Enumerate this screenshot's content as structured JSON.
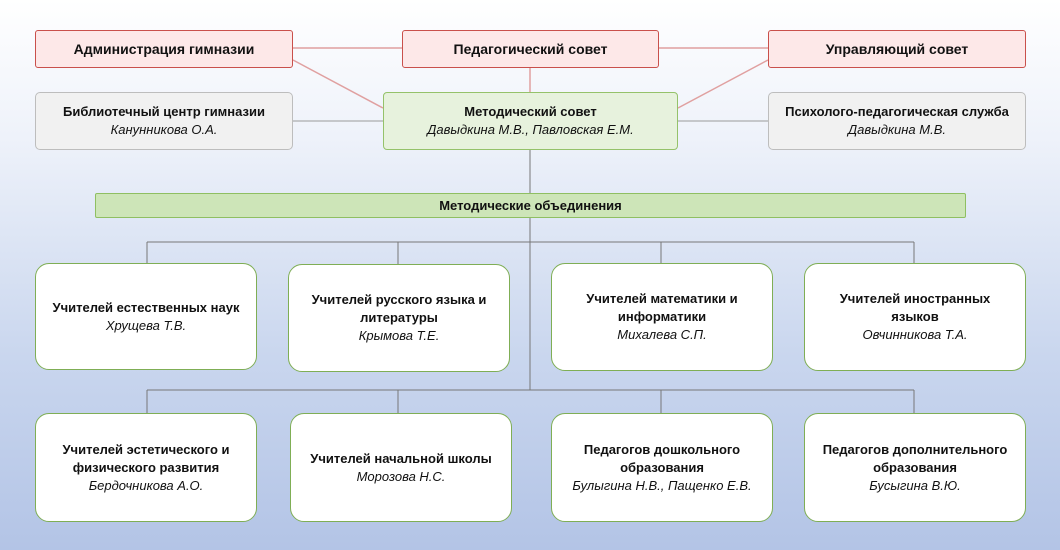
{
  "top": {
    "administration": "Администрация  гимназии",
    "ped_council": "Педагогический  совет",
    "board": "Управляющий  совет"
  },
  "library": {
    "title": "Библиотечный центр гимназии",
    "person": "Канунникова О.А."
  },
  "method_council": {
    "title": "Методический совет",
    "person": "Давыдкина М.В., Павловская Е.М."
  },
  "psych": {
    "title": "Психолого-педагогическая служба",
    "person": "Давыдкина М.В."
  },
  "associations": "Методические объединения",
  "row1": [
    {
      "title": "Учителей естественных наук",
      "person": "Хрущева Т.В."
    },
    {
      "title": "Учителей русского языка и литературы",
      "person": "Крымова Т.Е."
    },
    {
      "title": "Учителей математики и информатики",
      "person": "Михалева С.П."
    },
    {
      "title": "Учителей иностранных языков",
      "person": "Овчинникова Т.А."
    }
  ],
  "row2": [
    {
      "title": "Учителей эстетического и физического развития",
      "person": "Бердочникова А.О."
    },
    {
      "title": "Учителей начальной школы",
      "person": "Морозова Н.С."
    },
    {
      "title": "Педагогов дошкольного образования",
      "person": "Булыгина Н.В., Пащенко Е.В."
    },
    {
      "title": "Педагогов дополнительного образования",
      "person": "Бусыгина В.Ю."
    }
  ]
}
